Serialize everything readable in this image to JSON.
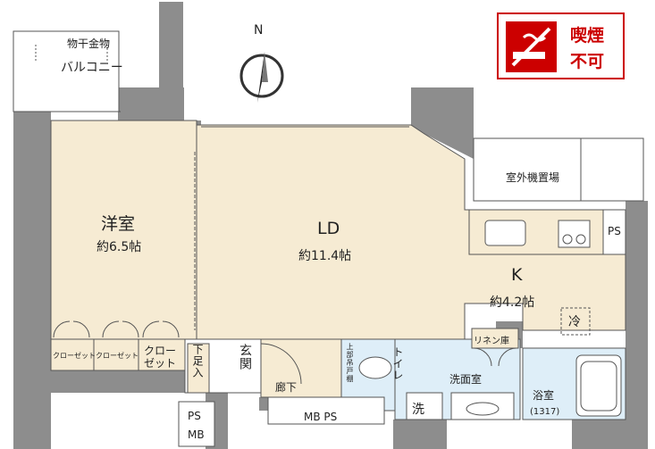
{
  "rooms": {
    "western_room": {
      "name": "洋室",
      "size": "約6.5帖"
    },
    "ld": {
      "name": "LD",
      "size": "約11.4帖"
    },
    "kitchen": {
      "name": "K",
      "size": "約4.2帖"
    }
  },
  "labels": {
    "balcony": "バルコニー",
    "laundry_hanger": "物干金物",
    "outdoor_unit": "室外機置場",
    "ps": "PS",
    "closet1": "クローゼット",
    "closet2": "クローゼット",
    "closet3": "クローゼット",
    "shoe_box": "下足入",
    "entrance": "玄関",
    "corridor": "廊下",
    "toilet": "トイレ",
    "upper_cabinet": "上部吊戸棚",
    "washroom": "洗面室",
    "washer": "洗",
    "bathroom": "浴室",
    "bath_size": "(1317)",
    "linen": "リネン庫",
    "fridge": "冷",
    "mb_ps": "MB PS",
    "ps_mb_1": "PS",
    "ps_mb_2": "MB"
  },
  "compass": {
    "north": "N"
  },
  "no_smoking": {
    "line1": "喫煙",
    "line2": "不可"
  },
  "colors": {
    "floor": "#f6ebd3",
    "wet_area": "#deeef8",
    "wall": "#8d8d8d",
    "badge": "#cc0000"
  }
}
